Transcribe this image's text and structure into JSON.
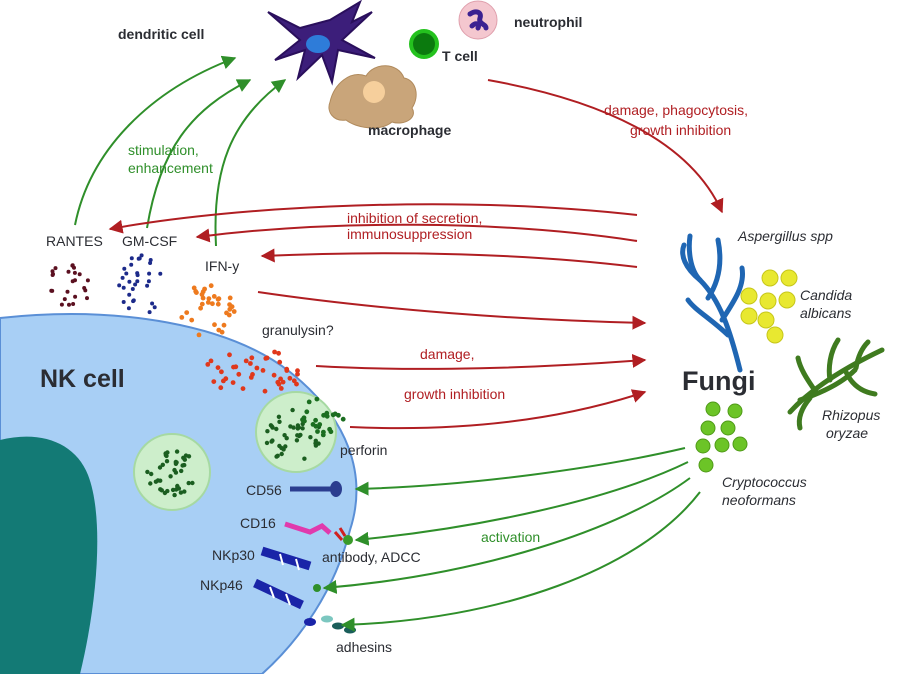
{
  "labels": {
    "dendritic_cell": "dendritic cell",
    "t_cell": "T cell",
    "neutrophil": "neutrophil",
    "macrophage": "macrophage",
    "damage_phagocytosis": "damage, phagocytosis,",
    "growth_inhibition_top": "growth inhibition",
    "stimulation": "stimulation,",
    "enhancement": "enhancement",
    "inhibition_of_secretion": "inhibition of secretion,",
    "immunosuppression": "immunosuppression",
    "rantes": "RANTES",
    "gm_csf": "GM-CSF",
    "ifn_y": "IFN-y",
    "granulysin": "granulysin?",
    "damage": "damage,",
    "growth_inhibition": "growth inhibition",
    "nk_cell": "NK cell",
    "perforin": "perforin",
    "cd56": "CD56",
    "cd16": "CD16",
    "antibody_adcc": "antibody, ADCC",
    "activation": "activation",
    "nkp30": "NKp30",
    "nkp46": "NKp46",
    "adhesins": "adhesins",
    "fungi": "Fungi",
    "aspergillus": "Aspergillus spp",
    "candida_1": "Candida",
    "candida_2": "albicans",
    "rhizopus_1": "Rhizopus",
    "rhizopus_2": "oryzae",
    "crypto_1": "Cryptococcus",
    "crypto_2": "neoformans"
  },
  "colors": {
    "nk_cell_fill": "#a8cff5",
    "nucleus": "#137a75",
    "granule_fill": "#cdeecb",
    "red_arrow": "#b01e22",
    "green_arrow": "#2f8f2a",
    "fungi_blue": "#1f66b3",
    "candida_yellow": "#e8e830",
    "rhizopus_green": "#3f7b1f",
    "crypto_green": "#6cc427",
    "dendritic": "#3c1e7a",
    "macrophage": "#c9a57a",
    "neutrophil": "#f4c7cf",
    "t_cell": "#24c21e"
  }
}
